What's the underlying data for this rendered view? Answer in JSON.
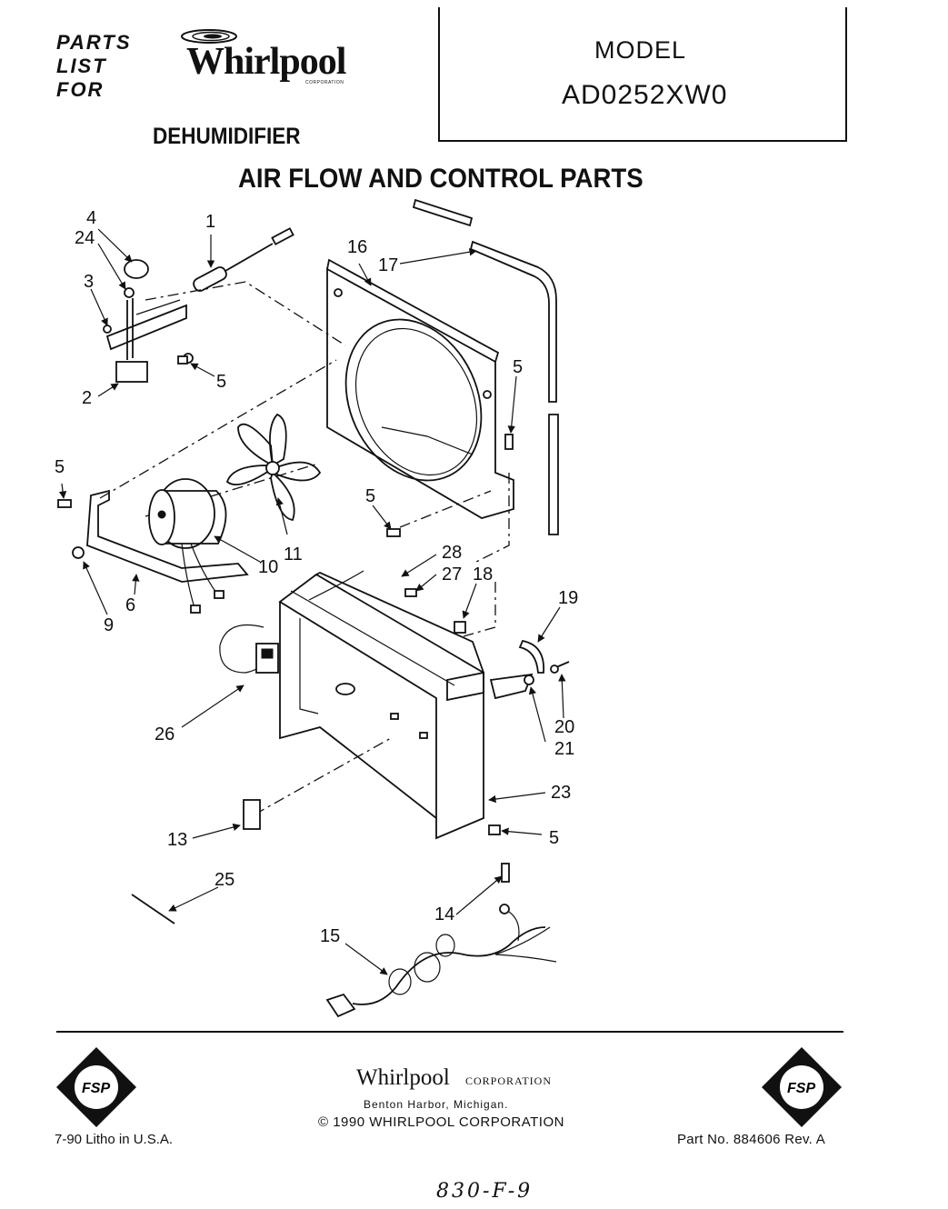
{
  "header": {
    "parts_list_lines": [
      "PARTS",
      "LIST",
      "FOR"
    ],
    "brand": "Whirlpool",
    "brand_corporation": "CORPORATION",
    "product": "DEHUMIDIFIER",
    "model_label": "MODEL",
    "model_number": "AD0252XW0"
  },
  "diagram": {
    "title": "AIR FLOW AND CONTROL PARTS",
    "callouts": [
      "1",
      "2",
      "3",
      "4",
      "5",
      "6",
      "9",
      "10",
      "11",
      "13",
      "14",
      "15",
      "16",
      "17",
      "18",
      "19",
      "20",
      "21",
      "23",
      "24",
      "25",
      "26",
      "27",
      "28"
    ]
  },
  "footer": {
    "brand": "Whirlpool",
    "corporation": "CORPORATION",
    "city": "Benton Harbor, Michigan.",
    "copyright": "© 1990 WHIRLPOOL CORPORATION",
    "litho": "7-90 Litho in U.S.A.",
    "part_number": "Part No. 884606   Rev. A",
    "badge_text": "FSP",
    "handwritten_note": "830-F-9"
  },
  "icons": {
    "logo": "whirlpool-swirl-logo",
    "badge": "fsp-diamond-badge"
  }
}
